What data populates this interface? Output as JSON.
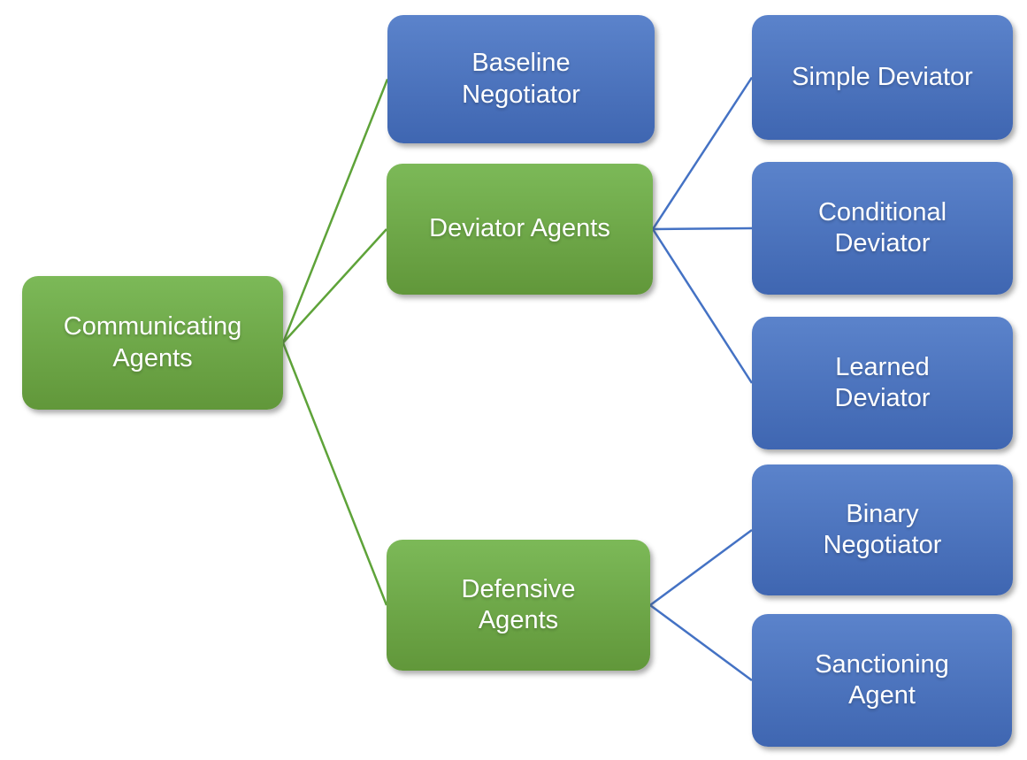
{
  "diagram": {
    "background": "#ffffff",
    "palette": {
      "green_box_top": "#7cb958",
      "green_box_bottom": "#61973a",
      "blue_box_top": "#5b83cb",
      "blue_box_bottom": "#3f66b1",
      "green_line": "#5ea339",
      "blue_line": "#4472c4",
      "text": "#ffffff"
    },
    "nodes": [
      {
        "id": "communicating-agents",
        "label": "Communicating\nAgents",
        "variant": "green"
      },
      {
        "id": "baseline-negotiator",
        "label": "Baseline\nNegotiator",
        "variant": "blue"
      },
      {
        "id": "deviator-agents",
        "label": "Deviator Agents",
        "variant": "green"
      },
      {
        "id": "defensive-agents",
        "label": "Defensive\nAgents",
        "variant": "green"
      },
      {
        "id": "simple-deviator",
        "label": "Simple Deviator",
        "variant": "blue"
      },
      {
        "id": "conditional-deviator",
        "label": "Conditional\nDeviator",
        "variant": "blue"
      },
      {
        "id": "learned-deviator",
        "label": "Learned\nDeviator",
        "variant": "blue"
      },
      {
        "id": "binary-negotiator",
        "label": "Binary\nNegotiator",
        "variant": "blue"
      },
      {
        "id": "sanctioning-agent",
        "label": "Sanctioning\nAgent",
        "variant": "blue"
      }
    ],
    "edges": [
      {
        "from": "communicating-agents",
        "to": "baseline-negotiator",
        "color": "green"
      },
      {
        "from": "communicating-agents",
        "to": "deviator-agents",
        "color": "green"
      },
      {
        "from": "communicating-agents",
        "to": "defensive-agents",
        "color": "green"
      },
      {
        "from": "deviator-agents",
        "to": "simple-deviator",
        "color": "blue"
      },
      {
        "from": "deviator-agents",
        "to": "conditional-deviator",
        "color": "blue"
      },
      {
        "from": "deviator-agents",
        "to": "learned-deviator",
        "color": "blue"
      },
      {
        "from": "defensive-agents",
        "to": "binary-negotiator",
        "color": "blue"
      },
      {
        "from": "defensive-agents",
        "to": "sanctioning-agent",
        "color": "blue"
      }
    ]
  }
}
